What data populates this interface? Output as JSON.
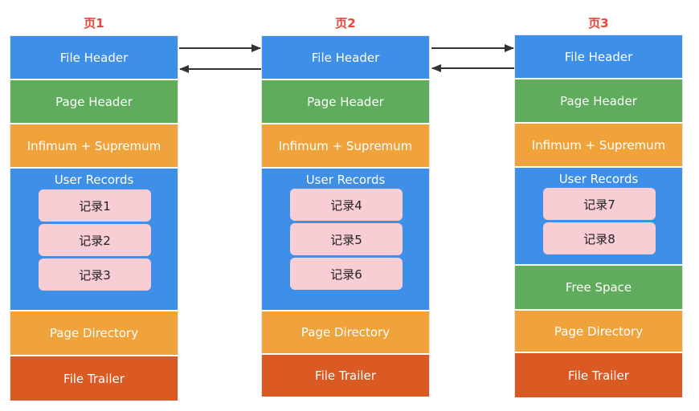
{
  "pages": [
    {
      "title": "页1",
      "file_header": "File Header",
      "page_header": "Page Header",
      "infimum_supremum": "Infimum + Supremum",
      "user_records_label": "User Records",
      "records": [
        "记录1",
        "记录2",
        "记录3"
      ],
      "free_space": "",
      "page_directory": "Page Directory",
      "file_trailer": "File Trailer"
    },
    {
      "title": "页2",
      "file_header": "File Header",
      "page_header": "Page Header",
      "infimum_supremum": "Infimum + Supremum",
      "user_records_label": "User Records",
      "records": [
        "记录4",
        "记录5",
        "记录6"
      ],
      "free_space": "",
      "page_directory": "Page Directory",
      "file_trailer": "File Trailer"
    },
    {
      "title": "页3",
      "file_header": "File Header",
      "page_header": "Page Header",
      "infimum_supremum": "Infimum + Supremum",
      "user_records_label": "User Records",
      "records": [
        "记录7",
        "记录8"
      ],
      "free_space": "Free Space",
      "page_directory": "Page Directory",
      "file_trailer": "File Trailer"
    }
  ],
  "colors": {
    "file_header": "#3d8fe8",
    "page_header": "#5eac5c",
    "infimum_supremum": "#f0a23b",
    "user_records": "#3d8fe8",
    "record": "#f8cdd3",
    "free_space": "#5eac5c",
    "page_directory": "#f0a23b",
    "file_trailer": "#db5a23",
    "title": "#e8453c",
    "arrow": "#333333"
  }
}
